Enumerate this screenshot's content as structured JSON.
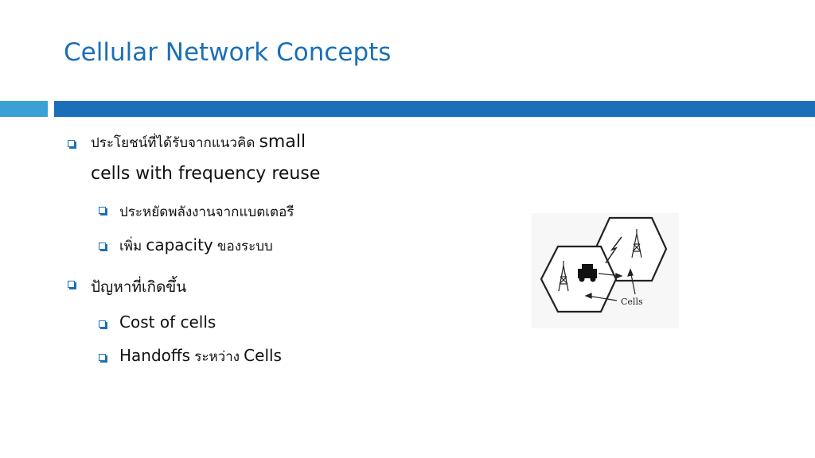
{
  "slide": {
    "title": "Cellular Network Concepts"
  },
  "bullets": {
    "b1": {
      "thai": "ประโยชน์ที่ได้รับจากแนวคิด",
      "en": "small",
      "line2": "cells with frequency reuse"
    },
    "b1_sub1": "ประหยัดพลังงานจากแบตเตอรี",
    "b1_sub2": {
      "pre": "เพิ่ม",
      "en": "capacity",
      "post": "ของระบบ"
    },
    "b2": "ปัญหาที่เกิดขึ้น",
    "b2_sub1": "Cost of cells",
    "b2_sub2": {
      "en": "Handoffs",
      "thai": "ระหว่าง",
      "en2": "Cells"
    }
  },
  "diagram": {
    "label": "Cells"
  },
  "colors": {
    "accent": "#1a6fb8",
    "accent_light": "#3aa0d6"
  }
}
